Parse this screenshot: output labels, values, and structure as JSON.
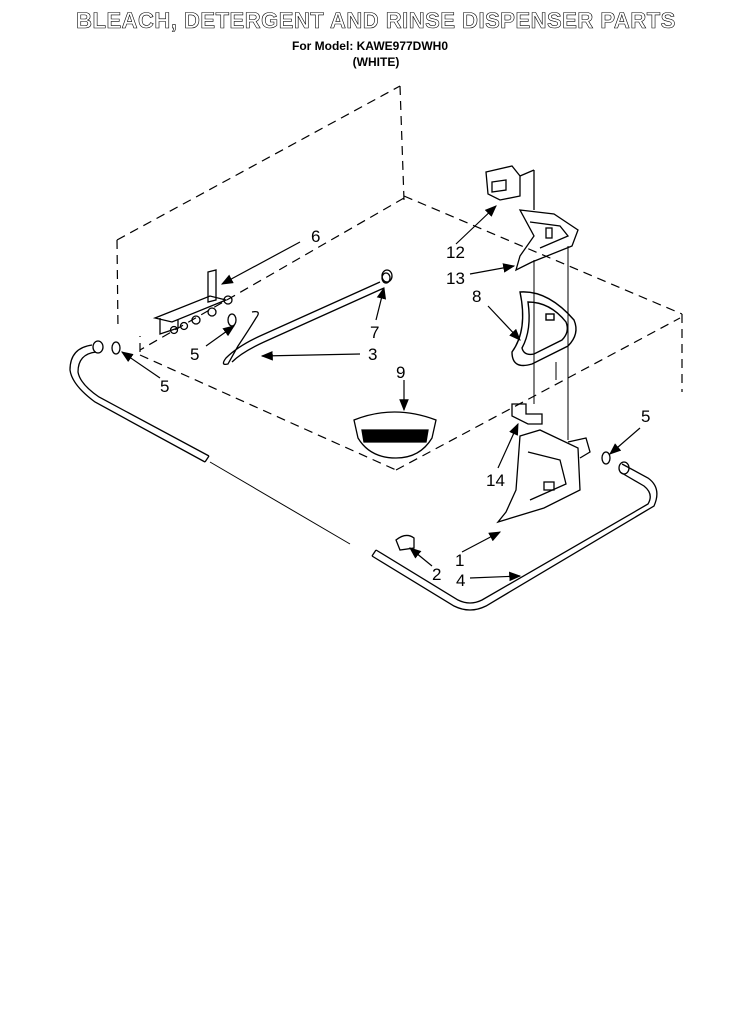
{
  "header": {
    "title": "BLEACH, DETERGENT AND RINSE DISPENSER PARTS",
    "model_line": "For Model: KAWE977DWH0",
    "color_line": "(WHITE)"
  },
  "callouts": {
    "c6": "6",
    "c12": "12",
    "c13": "13",
    "c8": "8",
    "c7": "7",
    "c5a": "5",
    "c3": "3",
    "c5b": "5",
    "c9": "9",
    "c5c": "5",
    "c14": "14",
    "c1": "1",
    "c2": "2",
    "c4": "4"
  }
}
